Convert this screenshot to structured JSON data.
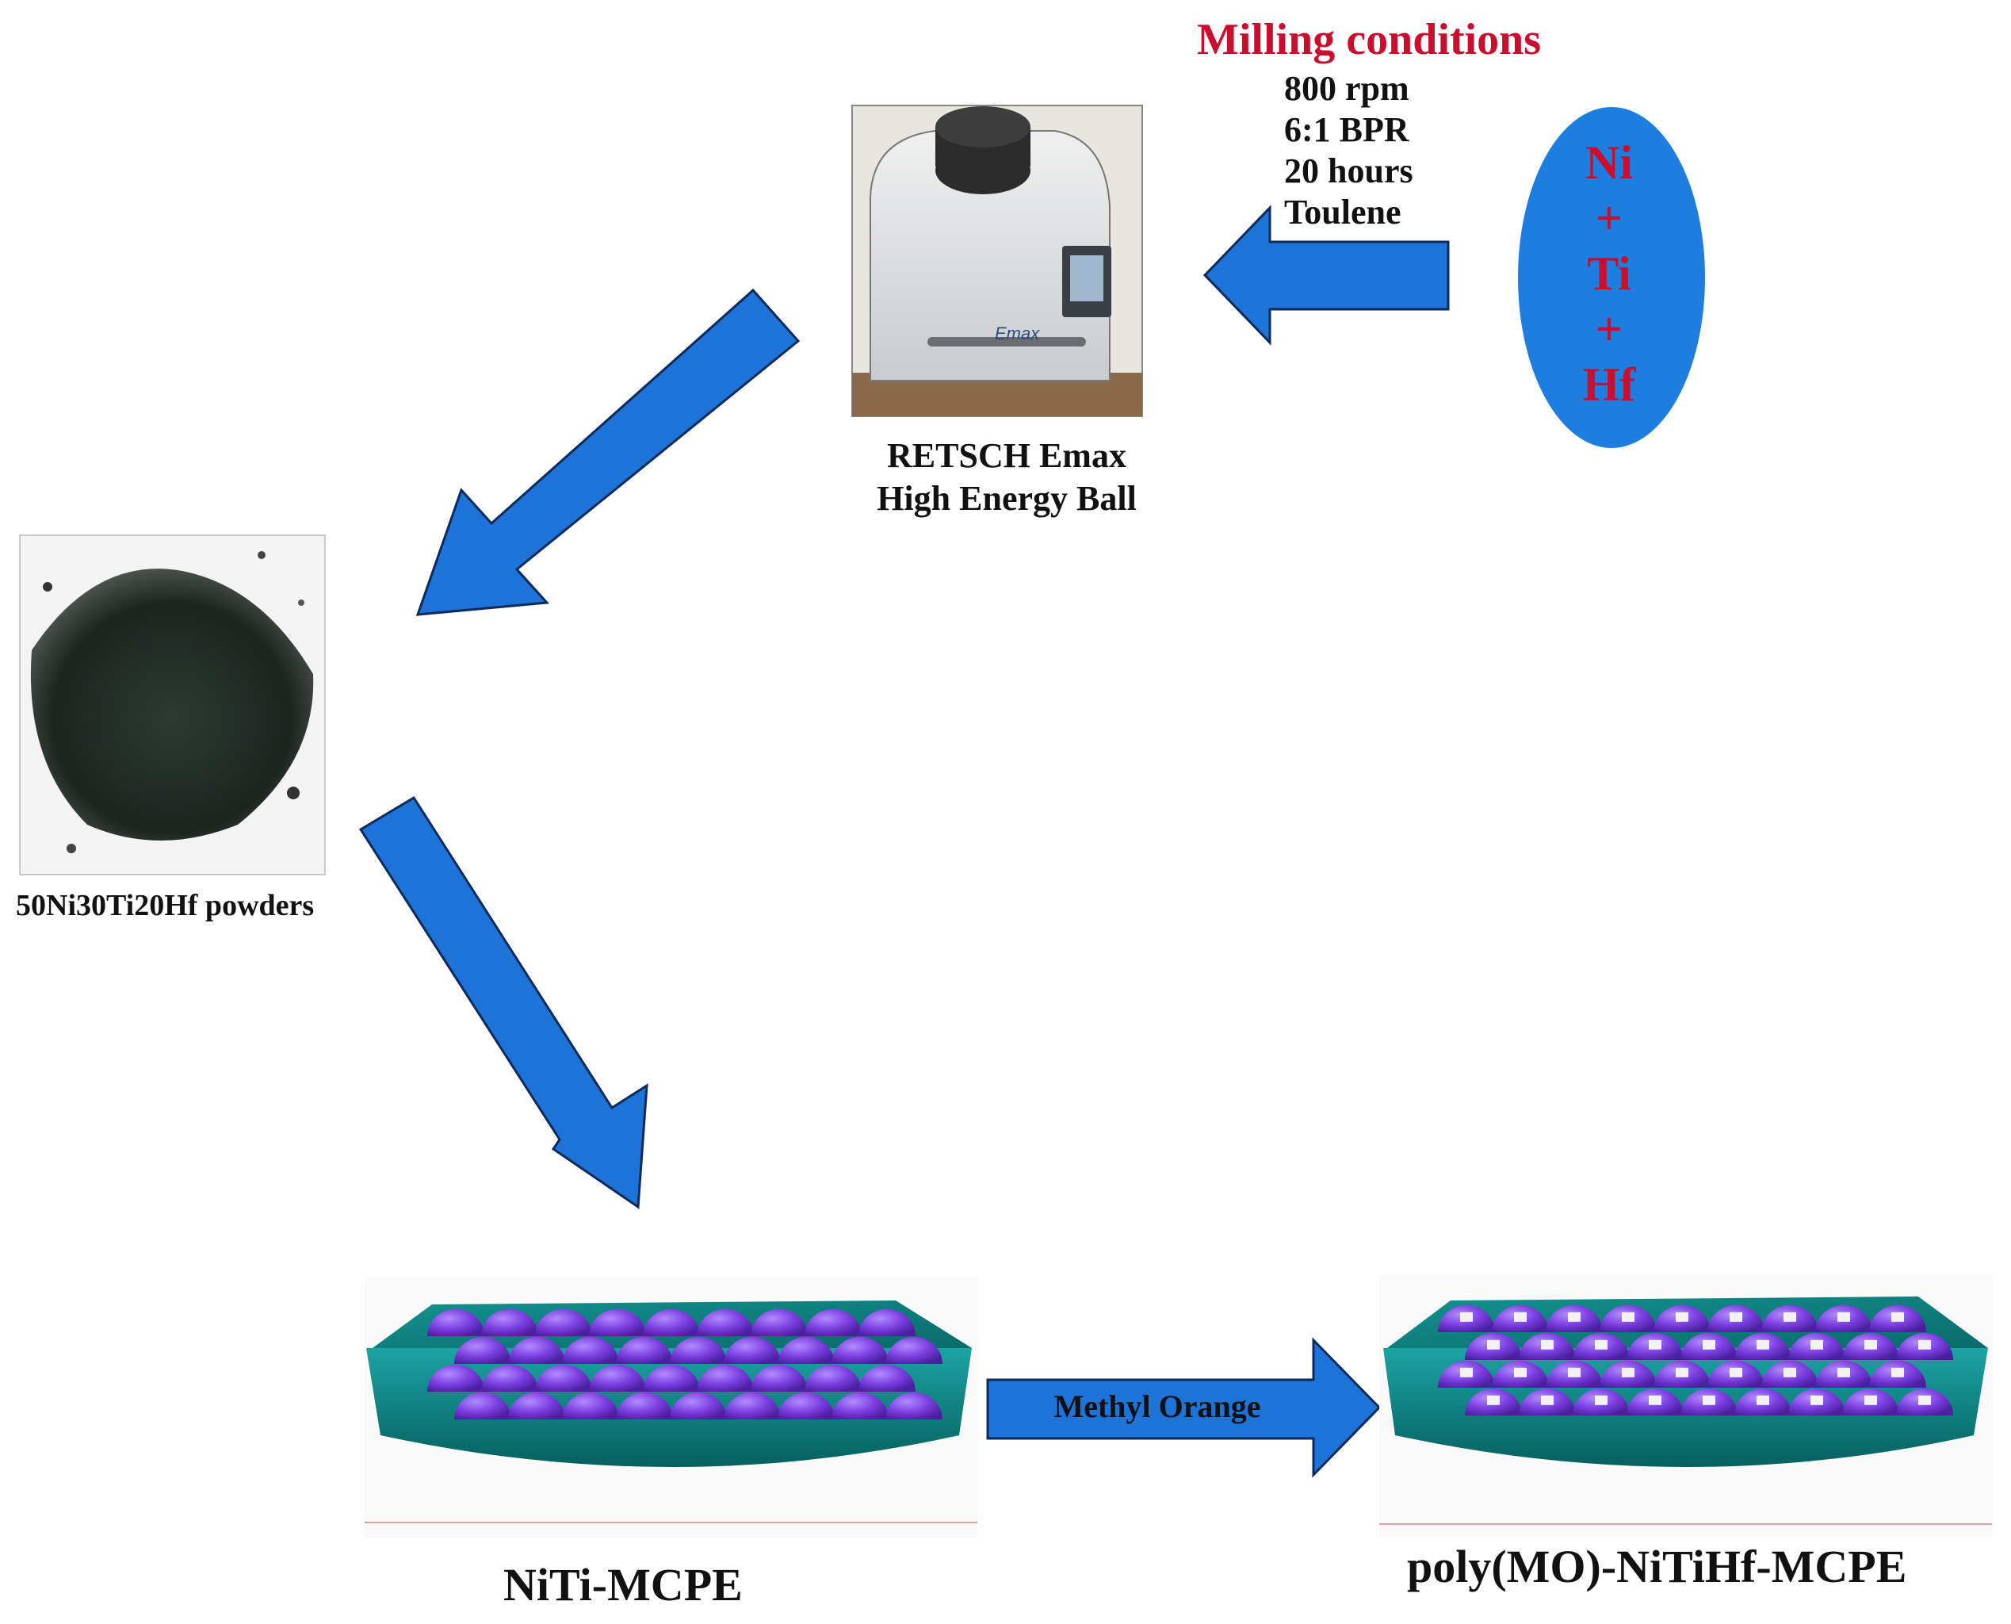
{
  "milling": {
    "title": "Milling conditions",
    "conditions": [
      "800 rpm",
      "6:1 BPR",
      "20 hours",
      "Toulene"
    ]
  },
  "elements": [
    "Ni",
    "+",
    "Ti",
    "+",
    "Hf"
  ],
  "mill_caption": [
    "RETSCH Emax",
    "High Energy Ball"
  ],
  "powder_caption": "50Ni30Ti20Hf powders",
  "niti_caption": "NiTi-MCPE",
  "poly_caption": "poly(MO)-NiTiHf-MCPE",
  "arrow_label": "Methyl Orange",
  "mill_brand_text": "Emax",
  "colors": {
    "arrow": "#1e73d8",
    "ellipse": "#1e7ee0",
    "title_red": "#c8102e",
    "electrode_teal": "#0e8a8a",
    "sphere_purple": "#7b3fe0"
  }
}
